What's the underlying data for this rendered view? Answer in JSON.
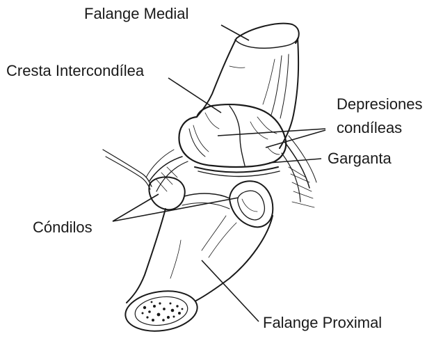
{
  "labels": {
    "falange_medial": "Falange Medial",
    "cresta_intercondilea": "Cresta Intercondílea",
    "depresiones_line1": "Depresiones",
    "depresiones_line2": "condíleas",
    "garganta": "Garganta",
    "condilos": "Cóndilos",
    "falange_proximal": "Falange Proximal"
  },
  "colors": {
    "ink": "#1a1a1a",
    "background": "#ffffff"
  }
}
